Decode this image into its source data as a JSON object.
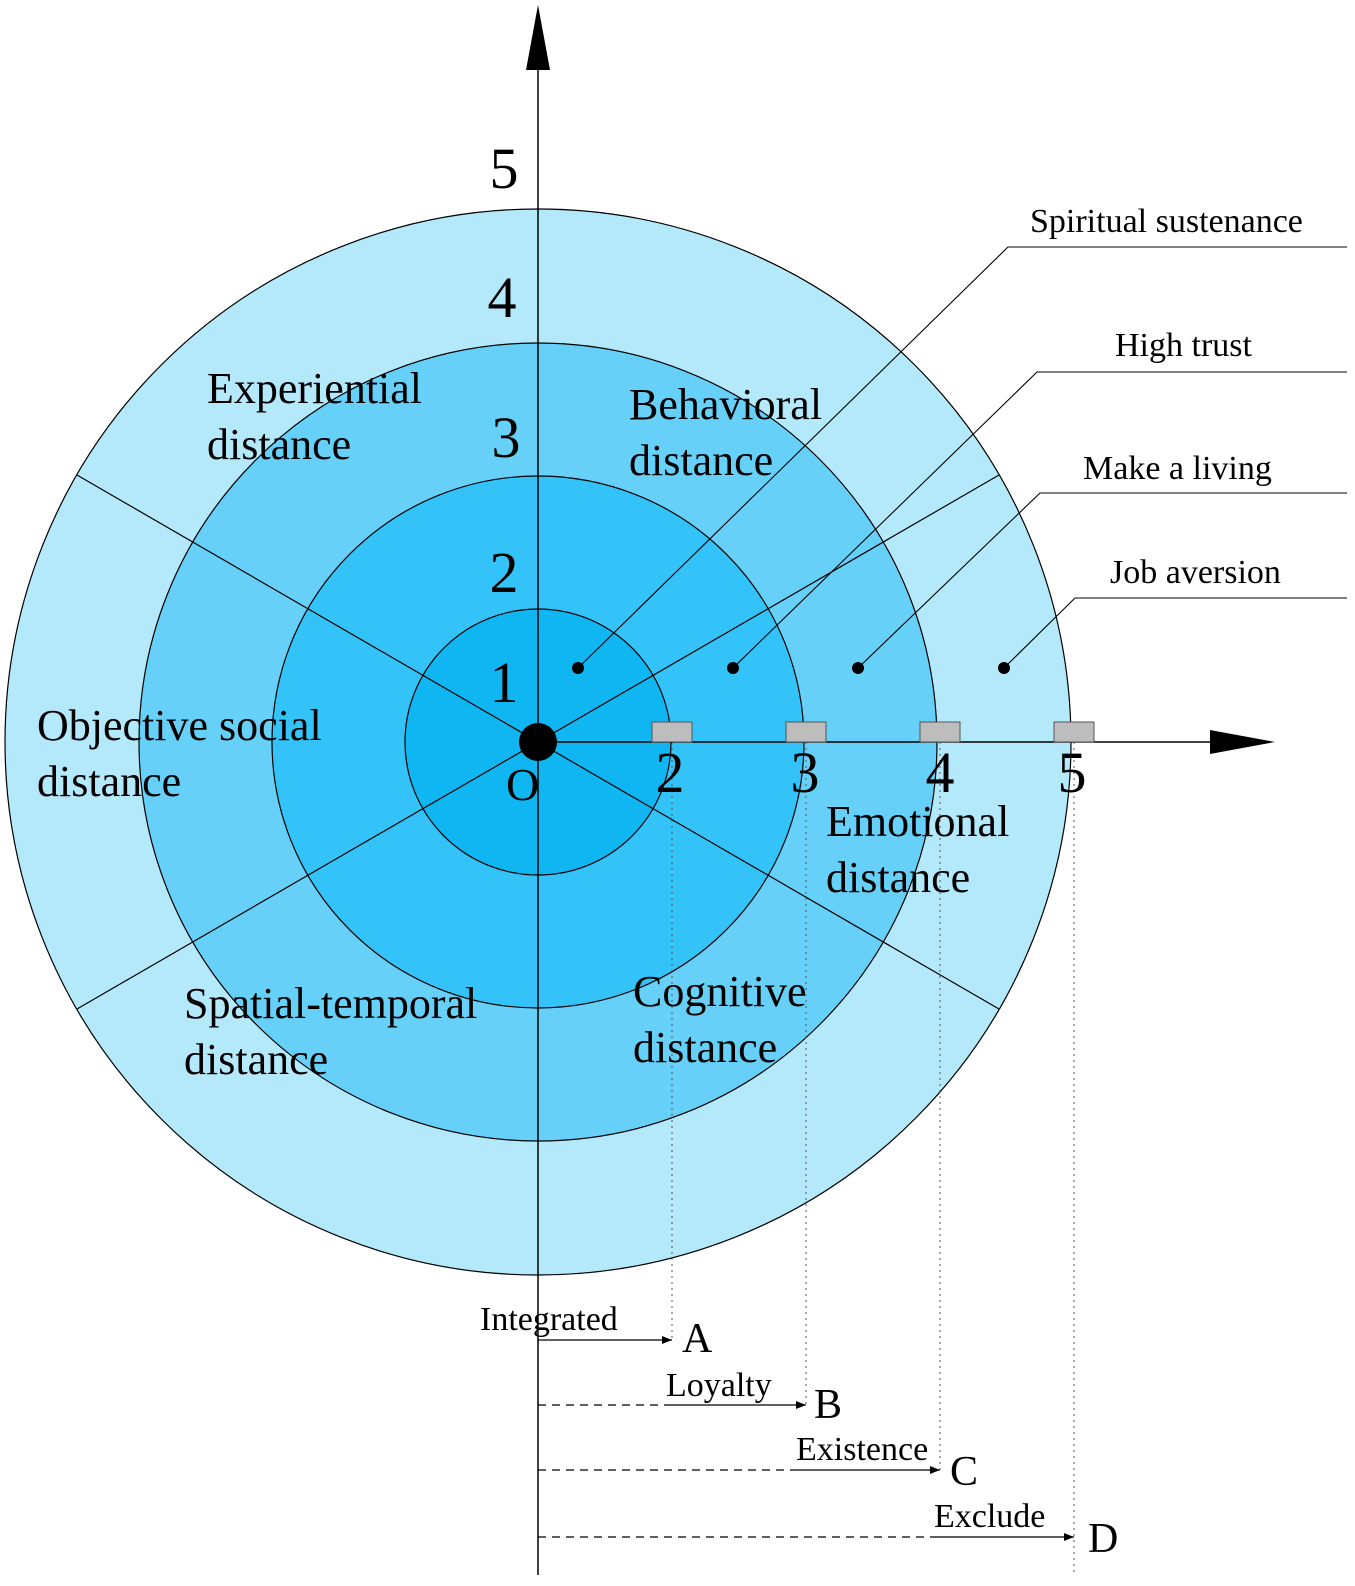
{
  "colors": {
    "ring5": "#b4e9fb",
    "ring4": "#66d0f8",
    "ring3": "#33c3f8",
    "ring2": "#0fb6f2",
    "stroke": "#000000",
    "marker": "#bdbdbd"
  },
  "axes": {
    "origin_label": "O",
    "vertical_ticks": [
      "1",
      "2",
      "3",
      "4",
      "5"
    ],
    "horizontal_ticks": [
      "2",
      "3",
      "4",
      "5"
    ]
  },
  "sectors": {
    "experiential": [
      "Experiential",
      "distance"
    ],
    "behavioral": [
      "Behavioral",
      "distance"
    ],
    "objective_social": [
      "Objective social",
      "distance"
    ],
    "emotional": [
      "Emotional",
      "distance"
    ],
    "spatial_temporal": [
      "Spatial-temporal",
      "distance"
    ],
    "cognitive": [
      "Cognitive",
      "distance"
    ]
  },
  "callouts": [
    "Spiritual sustenance",
    "High trust",
    "Make a living",
    "Job aversion"
  ],
  "outcomes": [
    {
      "label": "Integrated",
      "letter": "A"
    },
    {
      "label": "Loyalty",
      "letter": "B"
    },
    {
      "label": "Existence",
      "letter": "C"
    },
    {
      "label": "Exclude",
      "letter": "D"
    }
  ]
}
